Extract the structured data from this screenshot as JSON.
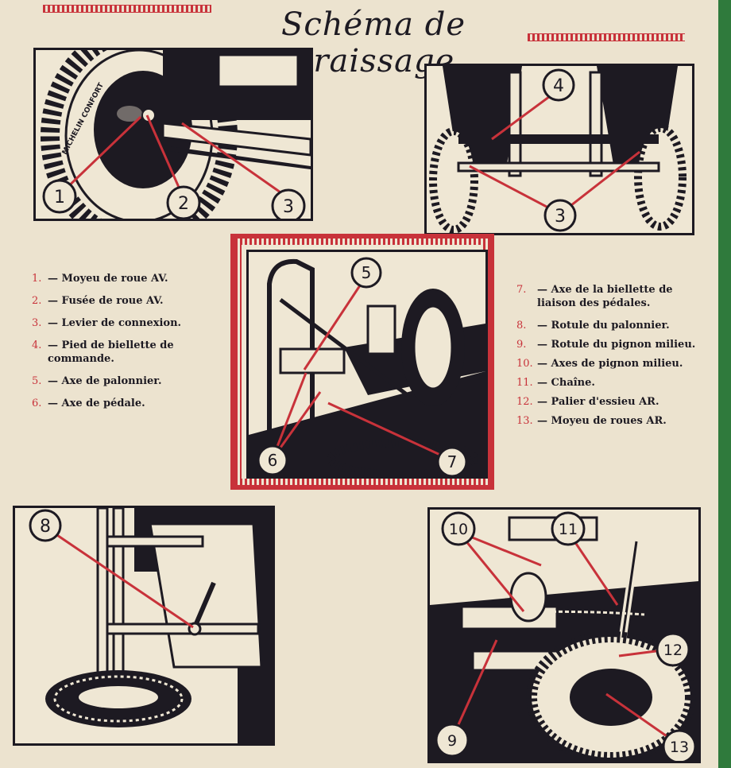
{
  "title": "Schéma de graissage",
  "legend_left": [
    {
      "num": "1.",
      "text": "— Moyeu de roue AV."
    },
    {
      "num": "2.",
      "text": "— Fusée de roue AV."
    },
    {
      "num": "3.",
      "text": "— Levier de connexion."
    },
    {
      "num": "4.",
      "text": "— Pied de biellette de commande."
    },
    {
      "num": "5.",
      "text": "— Axe de palonnier."
    },
    {
      "num": "6.",
      "text": "— Axe de pédale."
    }
  ],
  "legend_right": [
    {
      "num": "7.",
      "text": "— Axe de la biellette de liaison des pédales."
    },
    {
      "num": "8.",
      "text": "— Rotule du palonnier."
    },
    {
      "num": "9.",
      "text": "— Rotule du pignon milieu."
    },
    {
      "num": "10.",
      "text": "— Axes de pignon milieu."
    },
    {
      "num": "11.",
      "text": "— Chaîne."
    },
    {
      "num": "12.",
      "text": "— Palier d'essieu AR."
    },
    {
      "num": "13.",
      "text": "— Moyeu de roues AR."
    }
  ],
  "callouts": {
    "panel1": [
      "1",
      "2",
      "3"
    ],
    "panel2": [
      "4",
      "3"
    ],
    "panel3": [
      "5",
      "6",
      "7"
    ],
    "panel4": [
      "8"
    ],
    "panel5": [
      "10",
      "11",
      "12",
      "9",
      "13"
    ]
  },
  "tyre_text": "MICHELIN CONFORT",
  "colors": {
    "ink": "#1d1a22",
    "accent": "#c8323a",
    "paper": "#ece3cf",
    "edge": "#2f7a3c"
  }
}
